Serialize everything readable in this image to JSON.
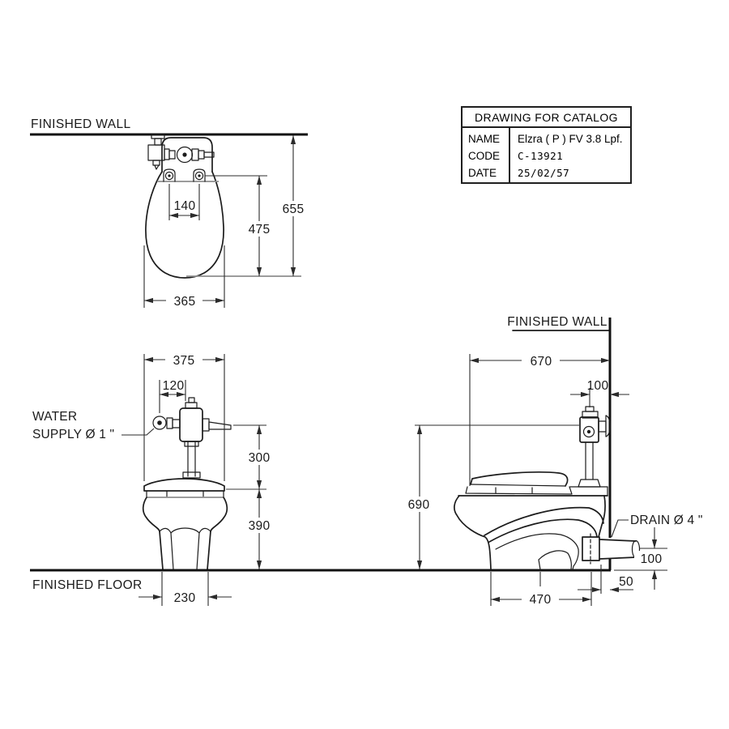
{
  "title_block": {
    "title": "DRAWING FOR CATALOG",
    "rows": [
      {
        "label": "NAME",
        "value": "Elzra ( P ) FV 3.8 Lpf."
      },
      {
        "label": "CODE",
        "value": "C-13921"
      },
      {
        "label": "DATE",
        "value": "25/02/57"
      }
    ]
  },
  "labels": {
    "finished_wall_top": "FINISHED WALL",
    "finished_wall_side": "FINISHED WALL",
    "finished_floor": "FINISHED FLOOR",
    "water_supply_line1": "WATER",
    "water_supply_line2": "SUPPLY Ø 1 \"",
    "drain": "DRAIN Ø 4 \""
  },
  "dimensions": {
    "top_view": {
      "hinge_center_width": "140",
      "seat_length": "475",
      "total_depth": "655",
      "bowl_width": "365"
    },
    "front_view": {
      "overall_width": "375",
      "supply_offset": "120",
      "valve_to_seat": "300",
      "seat_height": "390",
      "foot_width": "230"
    },
    "side_view": {
      "overall_depth": "670",
      "supply_wall_offset": "100",
      "valve_height": "690",
      "foot_depth": "470",
      "drain_wall_offset": "50",
      "drain_height": "100"
    }
  },
  "colors": {
    "line": "#1c1c1c",
    "dim_line": "#2b2b2b",
    "reference_gray": "#8e8e8e",
    "background": "#ffffff"
  }
}
